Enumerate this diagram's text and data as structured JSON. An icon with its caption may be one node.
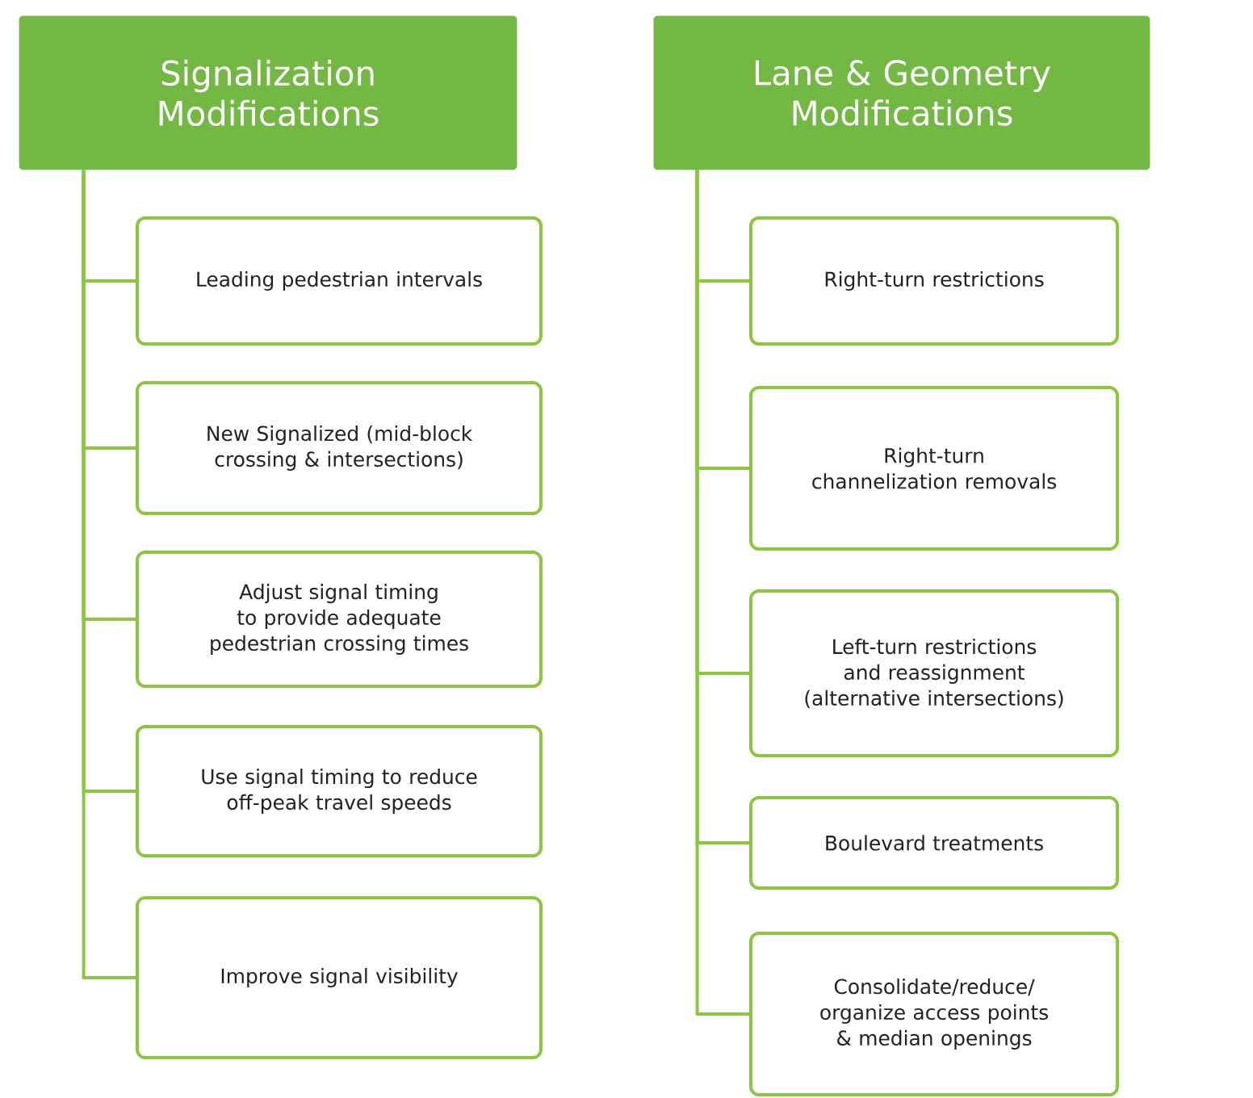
{
  "diagram": {
    "nodes": [
      {
        "text": [
          "Signalization Modifications"
        ]
      },
      {
        "text": [
          "Leading pedestrian intervals"
        ]
      },
      {
        "text": [
          "New Signalized (mid-block crossing & intersections)"
        ]
      },
      {
        "text": [
          "Adjust signal timing to provide adequate pedestrian crossing times"
        ]
      },
      {
        "text": [
          "Use signal timing to reduce off-peak travel speeds"
        ]
      },
      {
        "text": [
          "Improve signal visibility"
        ]
      },
      {
        "text": [
          "Lane & Geometry Modifications"
        ]
      },
      {
        "text": [
          "Right-turn restrictions"
        ]
      },
      {
        "text": [
          "Right-turn channelization removals"
        ]
      },
      {
        "text": [
          "Left-turn restrictions and reassignment (alternative intersections)"
        ]
      },
      {
        "text": [
          "Boulevard treatments"
        ]
      },
      {
        "text": [
          "Consolidate/reduce/ organize access points & median openings"
        ]
      }
    ],
    "edges": [
      {
        "from": 0,
        "to": 1,
        "arrow": "none"
      },
      {
        "from": 0,
        "to": 2,
        "arrow": "none"
      },
      {
        "from": 0,
        "to": 3,
        "arrow": "none"
      },
      {
        "from": 0,
        "to": 4,
        "arrow": "none"
      },
      {
        "from": 0,
        "to": 5,
        "arrow": "none"
      },
      {
        "from": 6,
        "to": 7,
        "arrow": "none"
      },
      {
        "from": 6,
        "to": 8,
        "arrow": "none"
      },
      {
        "from": 6,
        "to": 9,
        "arrow": "none"
      },
      {
        "from": 6,
        "to": 10,
        "arrow": "none"
      },
      {
        "from": 6,
        "to": 11,
        "arrow": "none"
      }
    ]
  }
}
